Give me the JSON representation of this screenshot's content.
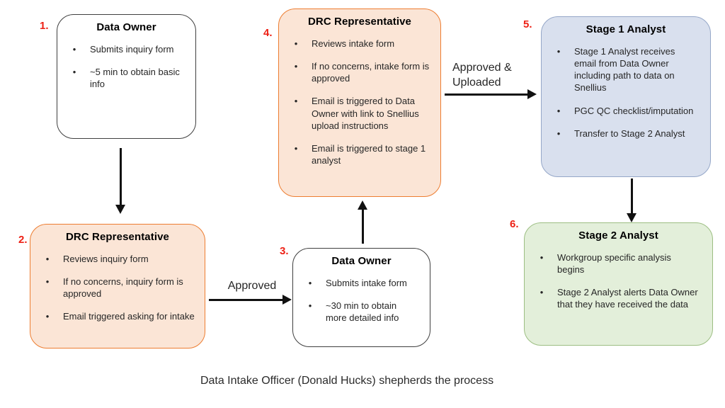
{
  "caption": "Data Intake Officer (Donald Hucks) shepherds the process",
  "steps": [
    {
      "number": "1.",
      "title": "Data Owner",
      "variant": "white",
      "bullets": [
        "Submits inquiry form",
        "~5 min to obtain basic info"
      ]
    },
    {
      "number": "2.",
      "title": "DRC Representative",
      "variant": "orange",
      "bullets": [
        "Reviews inquiry form",
        "If no concerns, inquiry form is approved",
        "Email triggered asking for intake"
      ]
    },
    {
      "number": "3.",
      "title": "Data Owner",
      "variant": "white",
      "bullets": [
        "Submits intake form",
        "~30 min to obtain more detailed info"
      ]
    },
    {
      "number": "4.",
      "title": "DRC Representative",
      "variant": "orange",
      "bullets": [
        "Reviews intake form",
        "If no concerns, intake form is approved",
        "Email is triggered to Data Owner with link to Snellius upload instructions",
        "Email is triggered to stage 1 analyst"
      ]
    },
    {
      "number": "5.",
      "title": "Stage 1 Analyst",
      "variant": "blue",
      "bullets": [
        "Stage 1 Analyst receives email from Data Owner including path to data on Snellius",
        "PGC QC checklist/imputation",
        "Transfer to Stage 2 Analyst"
      ]
    },
    {
      "number": "6.",
      "title": "Stage 2 Analyst",
      "variant": "green",
      "bullets": [
        "Workgroup specific analysis begins",
        "Stage 2 Analyst alerts Data Owner that they have received the data"
      ]
    }
  ],
  "arrows": [
    {
      "name": "step1-to-step2",
      "direction": "down",
      "label": ""
    },
    {
      "name": "step2-to-step3",
      "direction": "right",
      "label": "Approved"
    },
    {
      "name": "step3-to-step4",
      "direction": "up",
      "label": ""
    },
    {
      "name": "step4-to-step5",
      "direction": "right",
      "label": "Approved & Uploaded"
    },
    {
      "name": "step5-to-step6",
      "direction": "down",
      "label": ""
    }
  ],
  "colors": {
    "step_number": "#ED2015",
    "orange_fill": "#FBE5D6",
    "orange_border": "#ED7D31",
    "blue_fill": "#D9E0EE",
    "blue_border": "#95A7C8",
    "green_fill": "#E3EFDA",
    "green_border": "#9CBE82",
    "white_box_border": "#3F3F3F",
    "arrow": "#111111"
  }
}
